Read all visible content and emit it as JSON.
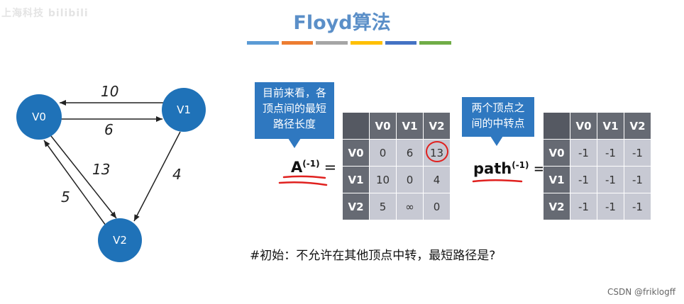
{
  "watermark": "上海科技 bilibili",
  "title": "Floyd算法",
  "colorbar": [
    "#5b9bd5",
    "#ed7d31",
    "#a5a5a5",
    "#ffc000",
    "#4472c4",
    "#70ad47"
  ],
  "graph": {
    "nodes": [
      "V0",
      "V1",
      "V2"
    ],
    "edges": [
      {
        "from": "V1",
        "to": "V0",
        "weight": "10"
      },
      {
        "from": "V0",
        "to": "V1",
        "weight": "6"
      },
      {
        "from": "V0",
        "to": "V2",
        "weight": "13"
      },
      {
        "from": "V1",
        "to": "V2",
        "weight": "4"
      },
      {
        "from": "V2",
        "to": "V0",
        "weight": "5"
      }
    ]
  },
  "callout_a": {
    "line1": "目前来看，各",
    "line2": "顶点间的最短",
    "line3": "路径长度"
  },
  "callout_path": {
    "line1": "两个顶点之",
    "line2": "间的中转点"
  },
  "eq_a": {
    "base": "A",
    "sup": "(-1)",
    "sign": "="
  },
  "eq_path": {
    "base": "path",
    "sup": "(-1)",
    "sign": "="
  },
  "matrix_a": {
    "headers": [
      "V0",
      "V1",
      "V2"
    ],
    "rows": [
      {
        "label": "V0",
        "cells": [
          "0",
          "6",
          "13"
        ]
      },
      {
        "label": "V1",
        "cells": [
          "10",
          "0",
          "4"
        ]
      },
      {
        "label": "V2",
        "cells": [
          "5",
          "∞",
          "0"
        ]
      }
    ]
  },
  "matrix_path": {
    "headers": [
      "V0",
      "V1",
      "V2"
    ],
    "rows": [
      {
        "label": "V0",
        "cells": [
          "-1",
          "-1",
          "-1"
        ]
      },
      {
        "label": "V1",
        "cells": [
          "-1",
          "-1",
          "-1"
        ]
      },
      {
        "label": "V2",
        "cells": [
          "-1",
          "-1",
          "-1"
        ]
      }
    ]
  },
  "bottom_text": "#初始：不允许在其他顶点中转，最短路径是?",
  "credit": "CSDN @friklogff"
}
